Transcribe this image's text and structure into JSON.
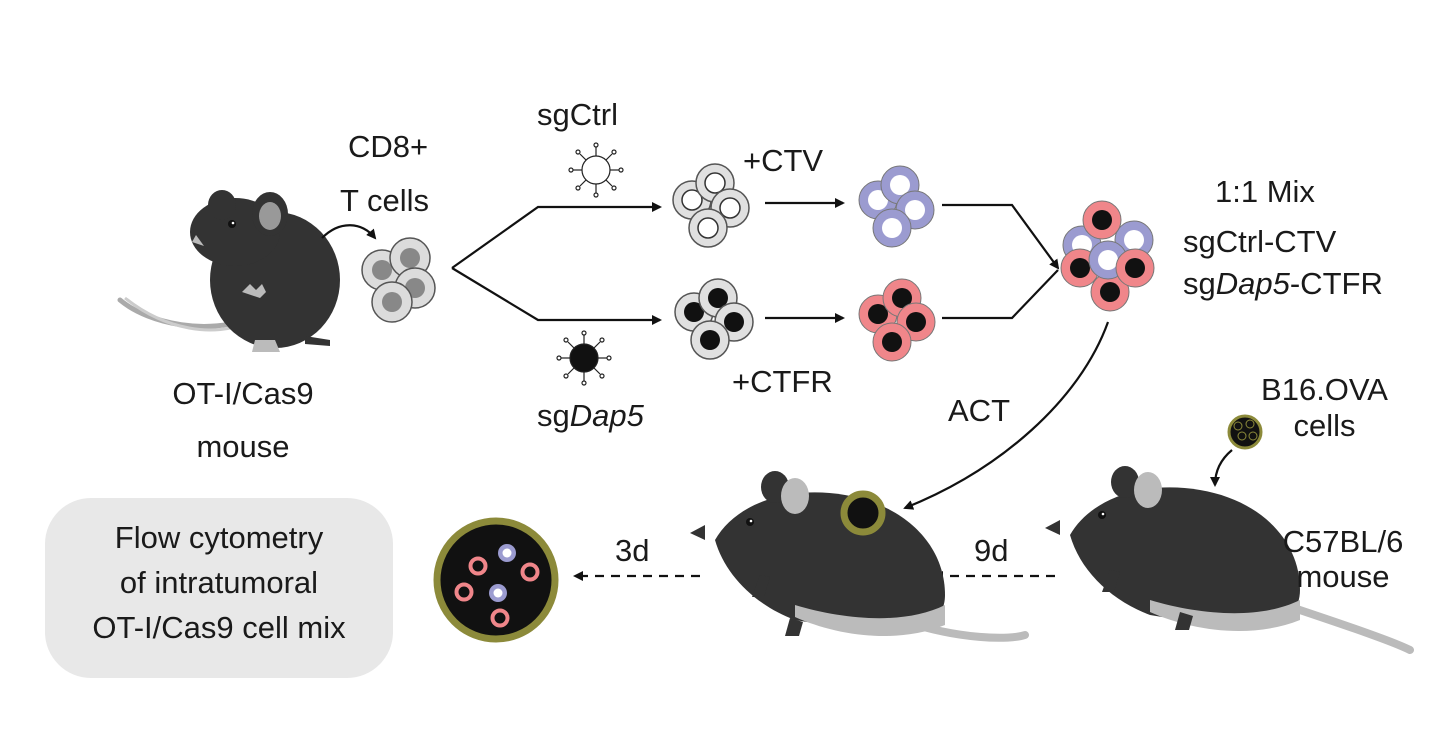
{
  "labels": {
    "source_mouse_line1": "OT-I/Cas9",
    "source_mouse_line2": "mouse",
    "cells_line1": "CD8+",
    "cells_line2": "T cells",
    "sgctrl": "sgCtrl",
    "sgdap5_prefix": "sg",
    "sgdap5_gene": "Dap5",
    "ctv": "+CTV",
    "ctfr": "+CTFR",
    "mix_title": "1:1 Mix",
    "mix_line1": "sgCtrl-CTV",
    "mix_line2_prefix": "sg",
    "mix_line2_gene": "Dap5",
    "mix_line2_suffix": "-CTFR",
    "act": "ACT",
    "tumor_cells_line1": "B16.OVA",
    "tumor_cells_line2": "cells",
    "host_mouse_line1": "C57BL/6",
    "host_mouse_line2": "mouse",
    "days_9": "9d",
    "days_3": "3d",
    "flow_line1": "Flow cytometry",
    "flow_line2": "of intratumoral",
    "flow_line3": "OT-I/Cas9 cell mix"
  },
  "colors": {
    "mouse_body": "#333333",
    "mouse_belly": "#bdbdbd",
    "ctv_cell": "#9b9bd0",
    "ctfr_cell": "#f0868a",
    "tumor_ring": "#8c8a3a",
    "cell_grey": "#d9d9d9",
    "flow_box": "#e8e8e8"
  }
}
